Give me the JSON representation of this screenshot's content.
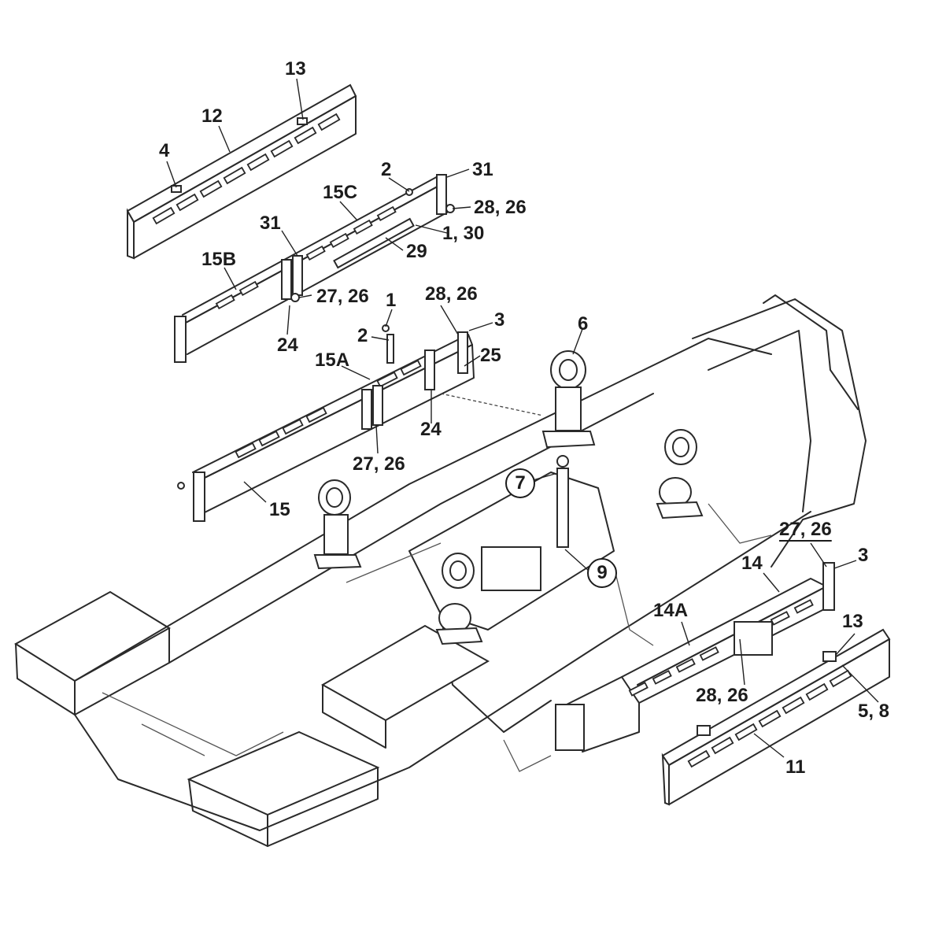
{
  "diagram": {
    "callouts": {
      "c13_top": "13",
      "c12": "12",
      "c4": "4",
      "c2_top": "2",
      "c31_top": "31",
      "c15C": "15C",
      "c28_26_top": "28, 26",
      "c1_30": "1, 30",
      "c31_mid": "31",
      "c29": "29",
      "c15B": "15B",
      "c27_26_mid": "27, 26",
      "c24_upper": "24",
      "c1": "1",
      "c28_26_mid": "28, 26",
      "c3_mid": "3",
      "c2_mid": "2",
      "c15A": "15A",
      "c25": "25",
      "c6": "6",
      "c24_lower": "24",
      "c27_26_lower": "27, 26",
      "c7": "7",
      "c15": "15",
      "c9": "9",
      "c27_26_right": "27, 26",
      "c3_right": "3",
      "c14": "14",
      "c14A": "14A",
      "c13_right": "13",
      "c5_8": "5, 8",
      "c28_26_right": "28, 26",
      "c11": "11"
    },
    "icons": [
      "circled-callout-7",
      "circled-callout-9"
    ]
  }
}
